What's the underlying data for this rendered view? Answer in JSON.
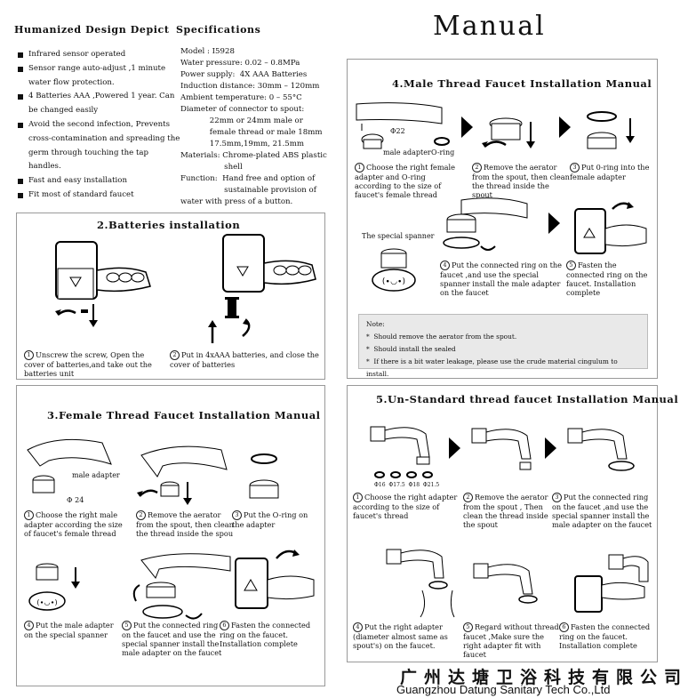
{
  "manual_title": "Manual",
  "features": {
    "heading": "Humanized Design Depict",
    "items": [
      "Infrared sensor operated",
      "Sensor range auto-adjust ,1 minute water flow protection.",
      "4 Batteries AAA ,Powered 1 year. Can be changed easily",
      "Avoid the second infection, Prevents cross-contamination and spreading the germ through touching the tap handles.",
      "Fast and easy installation",
      "Fit most of standard faucet"
    ]
  },
  "specs": {
    "heading": "Specifications",
    "text": "Model : I5928\nWater pressure: 0.02 – 0.8MPa\nPower supply:  4X AAA Batteries\nInduction distance: 30mm – 120mm\nAmbient temperature: 0 – 55°C\nDiameter of connector to spout:\n            22mm or 24mm male or\n            female thread or male 18mm\n            17.5mm,19mm, 21.5mm\nMaterials: Chrome-plated ABS plastic\n                  shell\nFunction:  Hand free and option of\n                  sustainable provision of\nwater with press of a button."
  },
  "batteries": {
    "title": "2.Batteries installation",
    "steps": [
      {
        "n": "1",
        "text": "Unscrew the screw, Open the cover of batteries,and take out the batteries unit"
      },
      {
        "n": "2",
        "text": "Put in 4xAAA batteries, and close the cover of batteries"
      }
    ]
  },
  "male": {
    "title": "4.Male Thread Faucet Installation Manual",
    "labels": {
      "phi": "Φ22",
      "adapter": "male adapter",
      "oring": "O-ring",
      "spanner": "The special spanner"
    },
    "steps": [
      {
        "n": "1",
        "text": "Choose the right female adapter and O-ring according to the size of faucet's female thread"
      },
      {
        "n": "2",
        "text": "Remove the aerator from the spout, then clean the thread inside the spout"
      },
      {
        "n": "3",
        "text": "Put 0-ring into the female adapter"
      },
      {
        "n": "4",
        "text": "Put the connected ring on the faucet ,and use the special spanner install the male adapter on the faucet"
      },
      {
        "n": "5",
        "text": "Fasten the connected ring on the faucet. Installation complete"
      }
    ],
    "note": {
      "heading": "Note:",
      "items": [
        "Should remove the aerator from the spout.",
        "Should install the sealed",
        "If there is a bit water leakage, please use the crude material cingulum to install."
      ]
    }
  },
  "female": {
    "title": "3.Female Thread Faucet Installation Manual",
    "labels": {
      "adapter": "male adapter",
      "phi": "Φ 24"
    },
    "steps": [
      {
        "n": "1",
        "text": "Choose the right male adapter according the size of faucet's female thread"
      },
      {
        "n": "2",
        "text": "Remove the aerator from the spout, then clean the thread inside the spou"
      },
      {
        "n": "3",
        "text": "Put the O-ring on the adapter"
      },
      {
        "n": "4",
        "text": "Put the male adapter on the special spanner"
      },
      {
        "n": "5",
        "text": "Put the connected ring on the faucet and use the special spanner install the male adapter on the faucet"
      },
      {
        "n": "6",
        "text": "Fasten the connected ring on the faucet. Installation complete"
      }
    ]
  },
  "unstd": {
    "title": "5.Un-Standard thread faucet Installation Manual",
    "sizes": [
      "Φ16",
      "Φ17.5",
      "Φ18",
      "Φ21.5"
    ],
    "steps": [
      {
        "n": "1",
        "text": "Choose the right adapter according to the size of faucet's thread"
      },
      {
        "n": "2",
        "text": "Remove the aerator from the spout , Then clean the thread inside the spout"
      },
      {
        "n": "3",
        "text": "Put the connected ring on the faucet ,and use the special spanner install the male adapter on the faucet"
      },
      {
        "n": "4",
        "text": "Put the right adapter (diameter almost same as spout's) on the faucet."
      },
      {
        "n": "5",
        "text": "Regard without thread faucet ,Make sure the right adapter fit with faucet"
      },
      {
        "n": "6",
        "text": "Fasten the connected ring on the faucet. Installation complete"
      }
    ]
  },
  "company": {
    "cn": "广州达塘卫浴科技有限公司",
    "en": "Guangzhou  Datung Sanitary Tech Co.,Ltd"
  }
}
